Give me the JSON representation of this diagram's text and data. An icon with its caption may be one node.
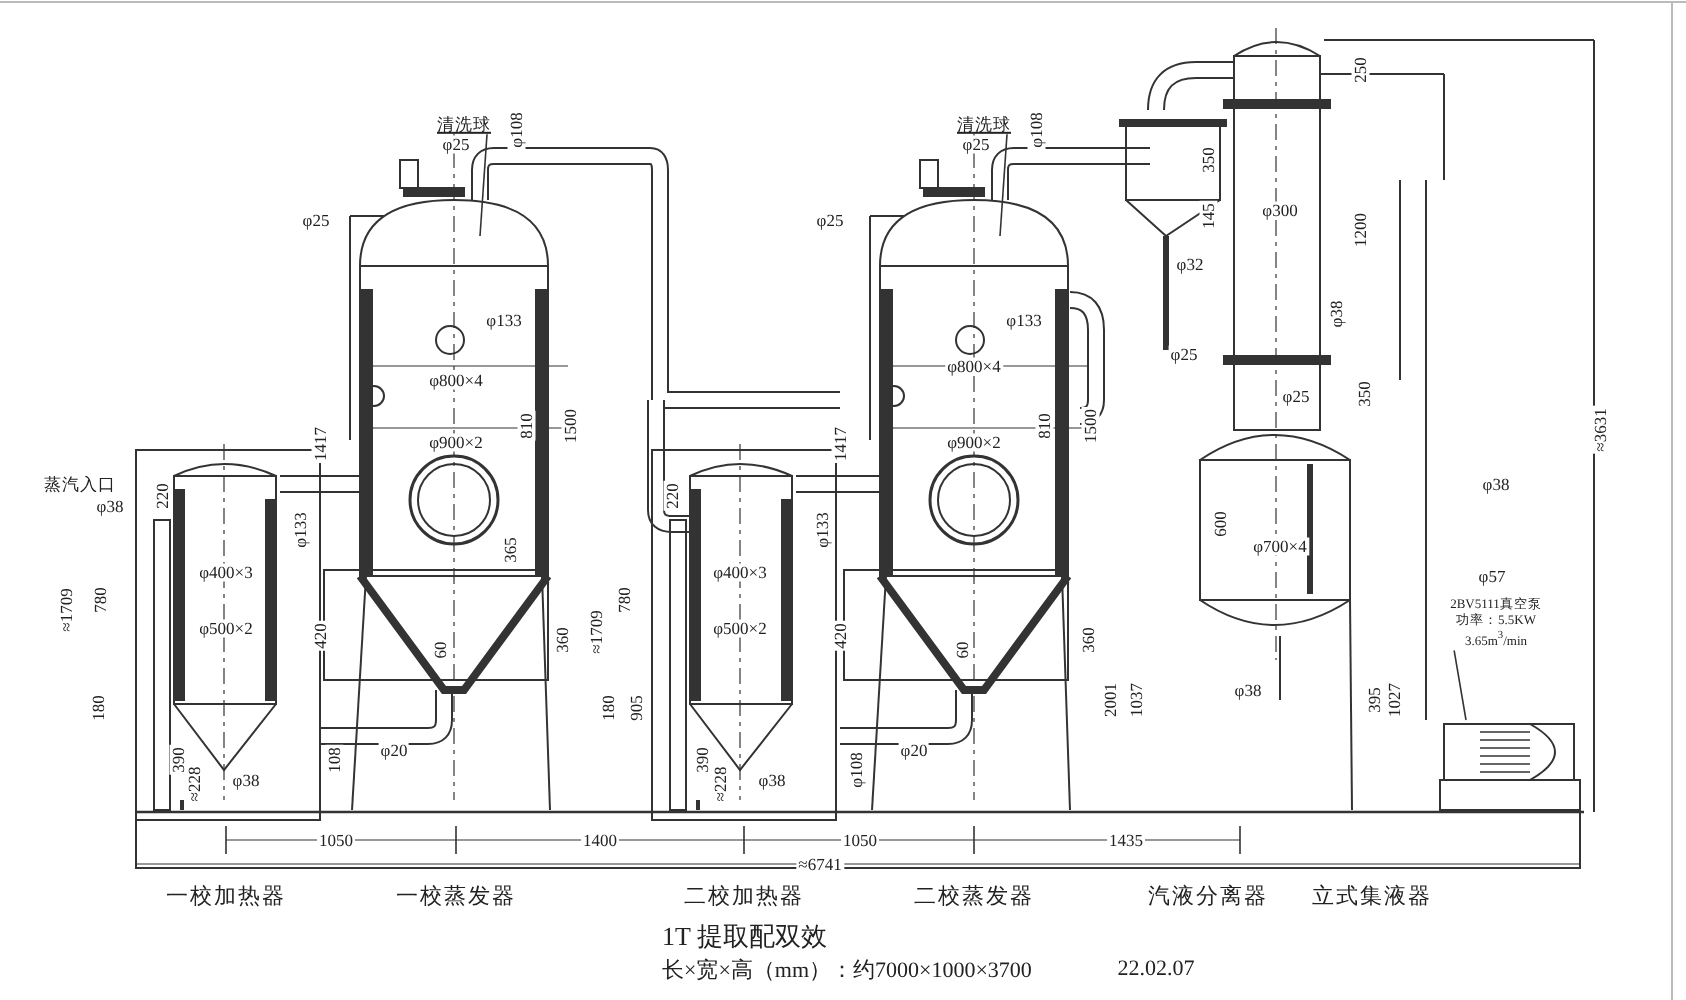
{
  "diagram": {
    "title": "1T 提取配双效",
    "caption": "长×宽×高（mm）：约7000×1000×3700",
    "nodes": [
      {
        "text": [
          "清洗球"
        ]
      },
      {
        "text": [
          "清洗球"
        ]
      },
      {
        "text": [
          "2BV5111真空泵功率：5.5KW 3.65m$^{3}$/min"
        ]
      }
    ],
    "edges": [
      {
        "from": 0,
        "to": null,
        "arrow": "none"
      },
      {
        "from": 1,
        "to": null,
        "arrow": "none"
      },
      {
        "from": 2,
        "to": null,
        "arrow": "none"
      }
    ],
    "labels": [
      "φ25",
      "φ108",
      "φ25",
      "φ133",
      "φ800×4",
      "φ900×2",
      "810",
      "1500",
      "1417",
      "φ25",
      "φ108",
      "φ25",
      "φ133",
      "φ800×4",
      "φ900×2",
      "810",
      "1500",
      "1417",
      "350",
      "145",
      "φ32",
      "φ25",
      "250",
      "φ300",
      "1200",
      "φ38",
      "φ25",
      "350",
      "≈3631",
      "蒸汽入口",
      "φ38",
      "220",
      "φ133",
      "φ400×3",
      "φ500×2",
      "780",
      "≈1709",
      "365",
      "420",
      "60",
      "360",
      "220",
      "φ133",
      "≈1709",
      "780",
      "φ400×3",
      "φ500×2",
      "420",
      "60",
      "360",
      "600",
      "φ700×4",
      "φ38",
      "φ57",
      "180",
      "108",
      "φ20",
      "φ38",
      "390",
      "≈228",
      "180",
      "905",
      "φ108",
      "φ20",
      "φ38",
      "390",
      "≈228",
      "2001",
      "1037",
      "φ38",
      "395",
      "1027",
      "1050",
      "1400",
      "1050",
      "1435",
      "≈6741",
      "一校加热器",
      "一校蒸发器",
      "二校加热器",
      "二校蒸发器",
      "汽液分离器",
      "立式集液器",
      "22.02.07"
    ]
  }
}
